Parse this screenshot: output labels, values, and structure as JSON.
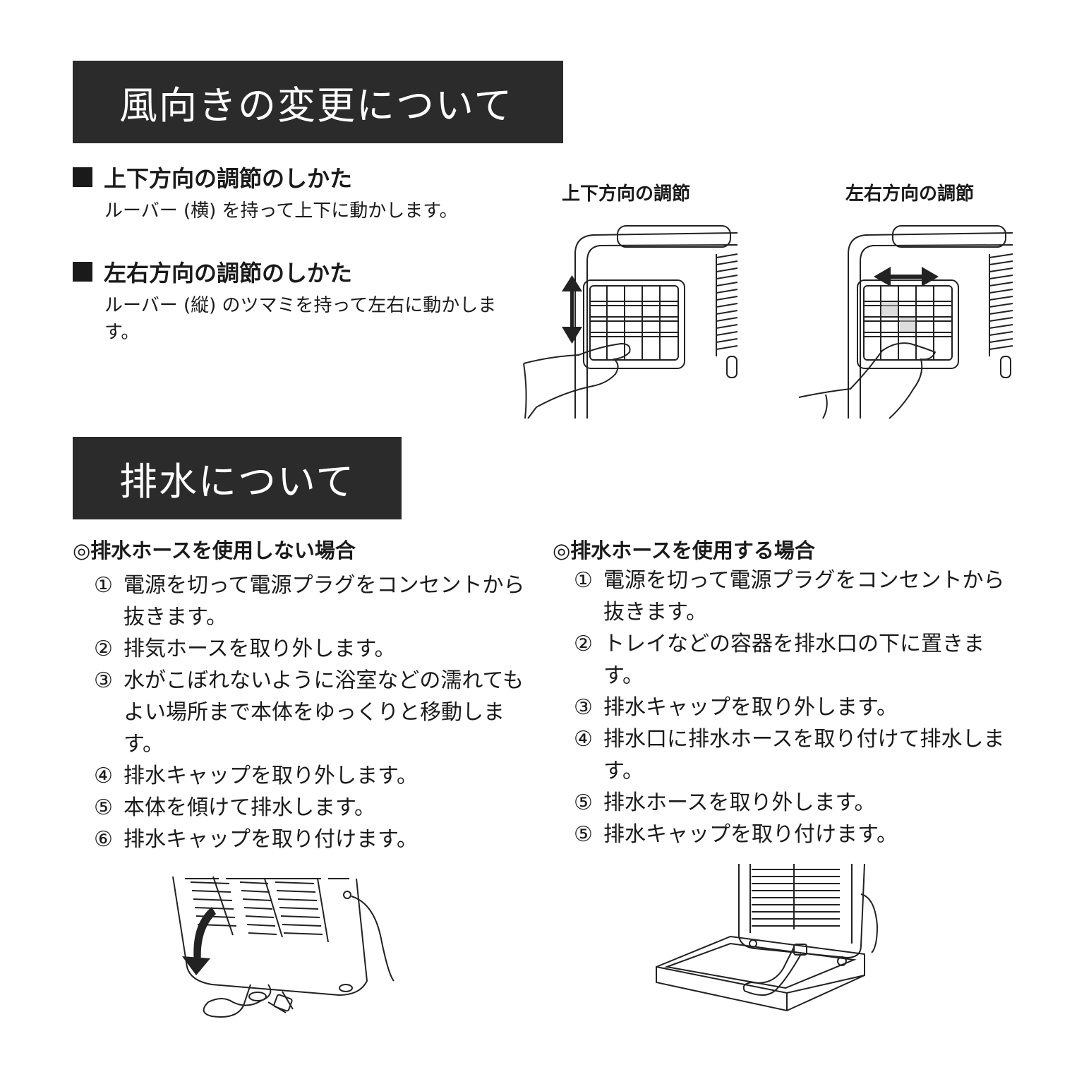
{
  "section1": {
    "title": "風向きの変更について",
    "vertical": {
      "heading": "上下方向の調節のしかた",
      "text": "ルーバー (横) を持って上下に動かします。"
    },
    "horizontal": {
      "heading": "左右方向の調節のしかた",
      "text": "ルーバー (縦) のツマミを持って左右に動かします。"
    },
    "figures": {
      "left_label": "上下方向の調節",
      "right_label": "左右方向の調節"
    }
  },
  "section2": {
    "title": "排水について",
    "no_hose": {
      "heading": "◎排水ホースを使用しない場合",
      "steps": [
        {
          "num": "①",
          "text": "電源を切って電源プラグをコンセントから抜きます。"
        },
        {
          "num": "②",
          "text": "排気ホースを取り外します。"
        },
        {
          "num": "③",
          "text": "水がこぼれないように浴室などの濡れてもよい場所まで本体をゆっくりと移動します。"
        },
        {
          "num": "④",
          "text": "排水キャップを取り外します。"
        },
        {
          "num": "⑤",
          "text": "本体を傾けて排水します。"
        },
        {
          "num": "⑥",
          "text": "排水キャップを取り付けます。"
        }
      ]
    },
    "with_hose": {
      "heading": "◎排水ホースを使用する場合",
      "steps": [
        {
          "num": "①",
          "text": "電源を切って電源プラグをコンセントから抜きます。"
        },
        {
          "num": "②",
          "text": "トレイなどの容器を排水口の下に置きます。"
        },
        {
          "num": "③",
          "text": "排水キャップを取り外します。"
        },
        {
          "num": "④",
          "text": "排水口に排水ホースを取り付けて排水します。"
        },
        {
          "num": "⑤",
          "text": "排水ホースを取り外します。"
        },
        {
          "num": "⑤",
          "text": "排水キャップを取り付けます。"
        }
      ]
    }
  }
}
